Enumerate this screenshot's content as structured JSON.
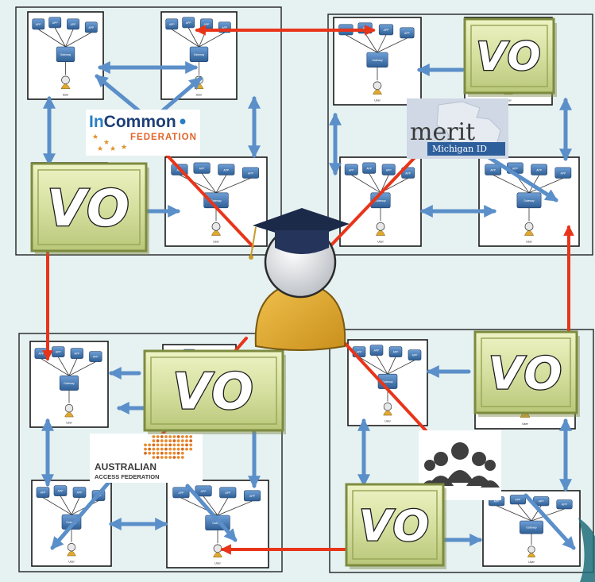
{
  "diagram": {
    "vo_label": "VO",
    "user_label": "User",
    "node_label": "APP",
    "gateway_label": "Gateway",
    "logos": {
      "incommon": {
        "part1": "In",
        "part2": "Common",
        "part3": "FEDERATION"
      },
      "merit": {
        "part1": "merit",
        "part2": "Michigan ID"
      },
      "aaf": {
        "part1": "AUSTRALIAN",
        "part2": "ACCESS FEDERATION"
      }
    }
  },
  "colors": {
    "background": "#e6f1f1",
    "blue_arrow": "#5b8fc9",
    "red_arrow": "#e8351a",
    "vo_fill": "#cfd99a",
    "person_body": "#e0a830",
    "cap": "#1c2a4a"
  }
}
